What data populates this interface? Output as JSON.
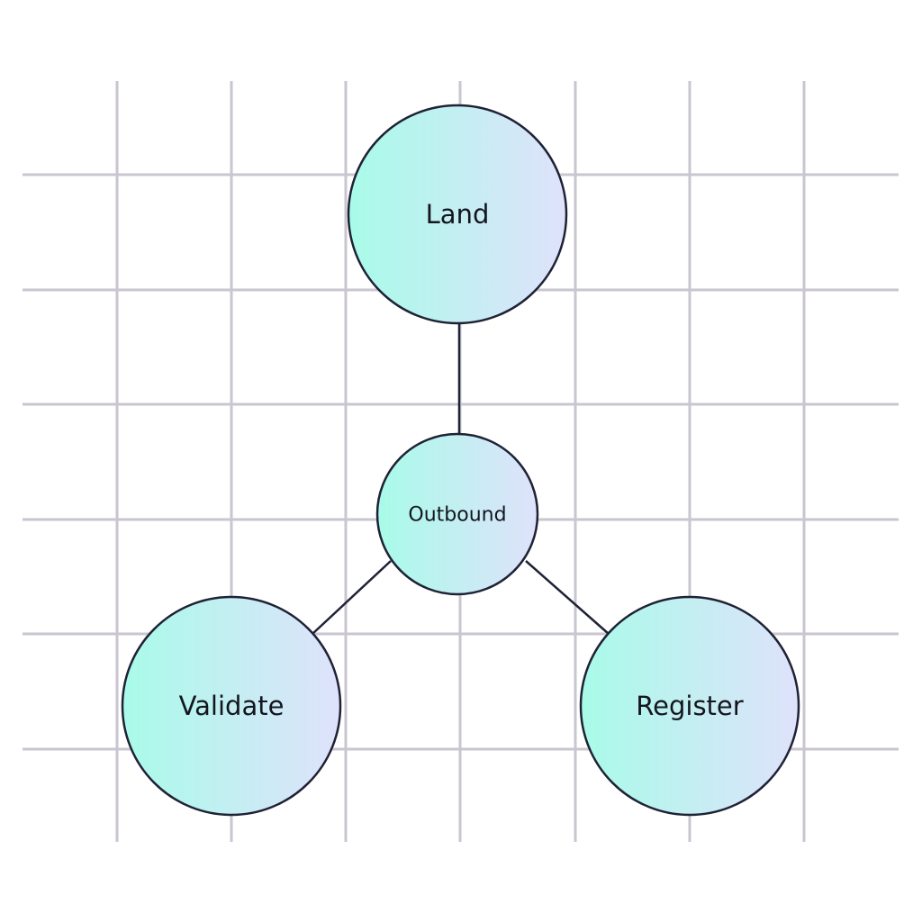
{
  "diagram": {
    "type": "hub-and-spoke",
    "center_node": {
      "id": "outbound",
      "label": "Outbound"
    },
    "nodes": [
      {
        "id": "land",
        "label": "Land"
      },
      {
        "id": "validate",
        "label": "Validate"
      },
      {
        "id": "register",
        "label": "Register"
      }
    ],
    "edges": [
      {
        "from": "outbound",
        "to": "land"
      },
      {
        "from": "outbound",
        "to": "validate"
      },
      {
        "from": "outbound",
        "to": "register"
      }
    ],
    "background_grid": true,
    "colors": {
      "grid": "#c9c6d0",
      "stroke": "#1f2235",
      "gradient_start": "#a8fbe9",
      "gradient_end": "#dfe2fb"
    }
  }
}
